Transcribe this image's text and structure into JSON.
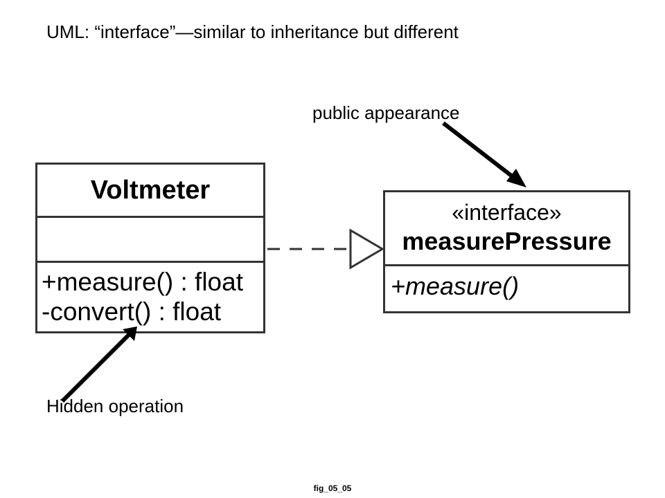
{
  "title": "UML: “interface”—similar to inheritance but different",
  "annotations": {
    "public": "public appearance",
    "hidden": "Hidden operation"
  },
  "voltmeter": {
    "name": "Voltmeter",
    "operations": [
      "+measure() : float",
      "-convert() : float"
    ]
  },
  "interface": {
    "stereotype": "«interface»",
    "name": "measurePressure",
    "operations": [
      "+measure()"
    ]
  },
  "caption": "fig_05_05"
}
